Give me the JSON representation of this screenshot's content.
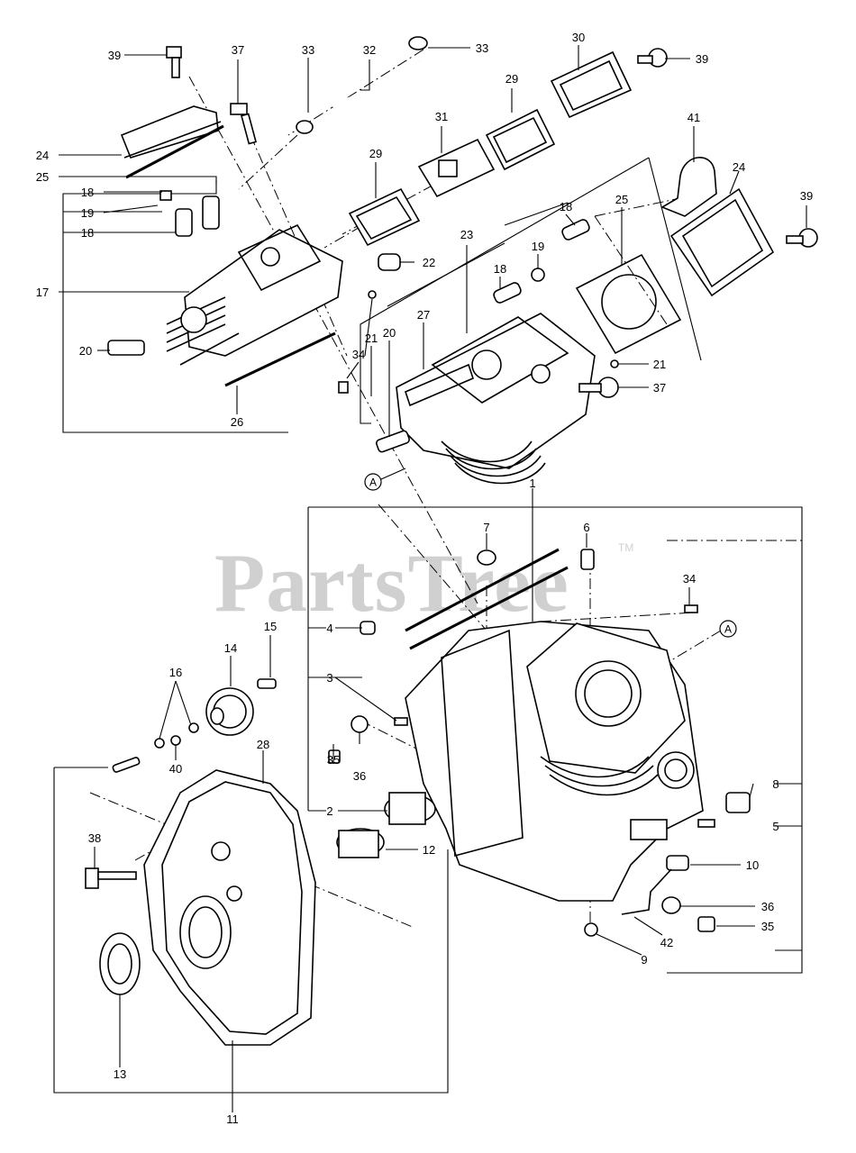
{
  "watermark": {
    "text": "PartsTree",
    "trademark": "TM"
  },
  "reference_marker": "A",
  "callouts": [
    "39",
    "37",
    "33",
    "32",
    "33",
    "30",
    "39",
    "29",
    "31",
    "24",
    "25",
    "18",
    "19",
    "18",
    "17",
    "29",
    "22",
    "41",
    "24",
    "39",
    "23",
    "19",
    "18",
    "25",
    "18",
    "20",
    "27",
    "21",
    "20",
    "34",
    "21",
    "37",
    "26",
    "1",
    "7",
    "6",
    "34",
    "4",
    "15",
    "14",
    "3",
    "16",
    "28",
    "35",
    "36",
    "40",
    "8",
    "5",
    "2",
    "12",
    "38",
    "10",
    "36",
    "35",
    "42",
    "9",
    "13",
    "11"
  ]
}
